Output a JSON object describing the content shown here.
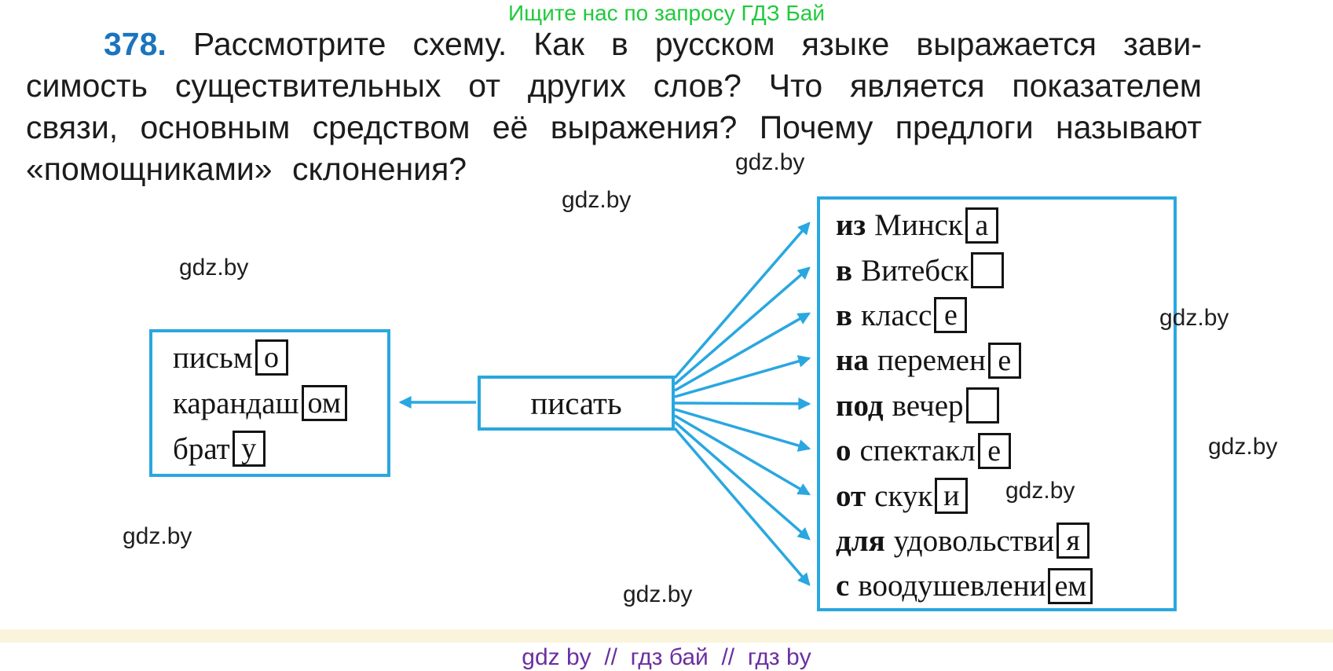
{
  "header": {
    "promo": "Ищите нас по запросу ГДЗ Бай"
  },
  "exercise": {
    "number": "378.",
    "line1": "Рассмотрите схему. Как в русском языке выражается зави-",
    "line2": "симость существительных от других слов? Что является показателем",
    "line3": "связи, основным средством её выражения? Почему предлоги называют",
    "line4": "«помощниками» склонения?"
  },
  "diagram": {
    "center_word": "писать",
    "left_box": {
      "items": [
        {
          "stem": "письм",
          "ending": "о"
        },
        {
          "stem": "карандаш",
          "ending": "ом"
        },
        {
          "stem": "брат",
          "ending": "у"
        }
      ]
    },
    "right_box": {
      "items": [
        {
          "prep": "из",
          "stem": "Минск",
          "ending": "а"
        },
        {
          "prep": "в",
          "stem": "Витебск",
          "ending": ""
        },
        {
          "prep": "в",
          "stem": "класс",
          "ending": "е"
        },
        {
          "prep": "на",
          "stem": "перемен",
          "ending": "е"
        },
        {
          "prep": "под",
          "stem": "вечер",
          "ending": ""
        },
        {
          "prep": "о",
          "stem": "спектакл",
          "ending": "е"
        },
        {
          "prep": "от",
          "stem": "скук",
          "ending": "и"
        },
        {
          "prep": "для",
          "stem": "удовольстви",
          "ending": "я"
        },
        {
          "prep": "с",
          "stem": "воодушевлени",
          "ending": "ем"
        }
      ]
    }
  },
  "watermark": {
    "label": "gdz.by"
  },
  "footer": {
    "text": "gdz by  //  гдз бай  //  гдз by"
  },
  "colors": {
    "accent_blue": "#29a7e0",
    "exercise_number_blue": "#1b74bd",
    "promo_green": "#21c93c",
    "footer_purple": "#6b2fa0",
    "band_cream": "#fbf4dd",
    "text_black": "#1c1c1c"
  }
}
